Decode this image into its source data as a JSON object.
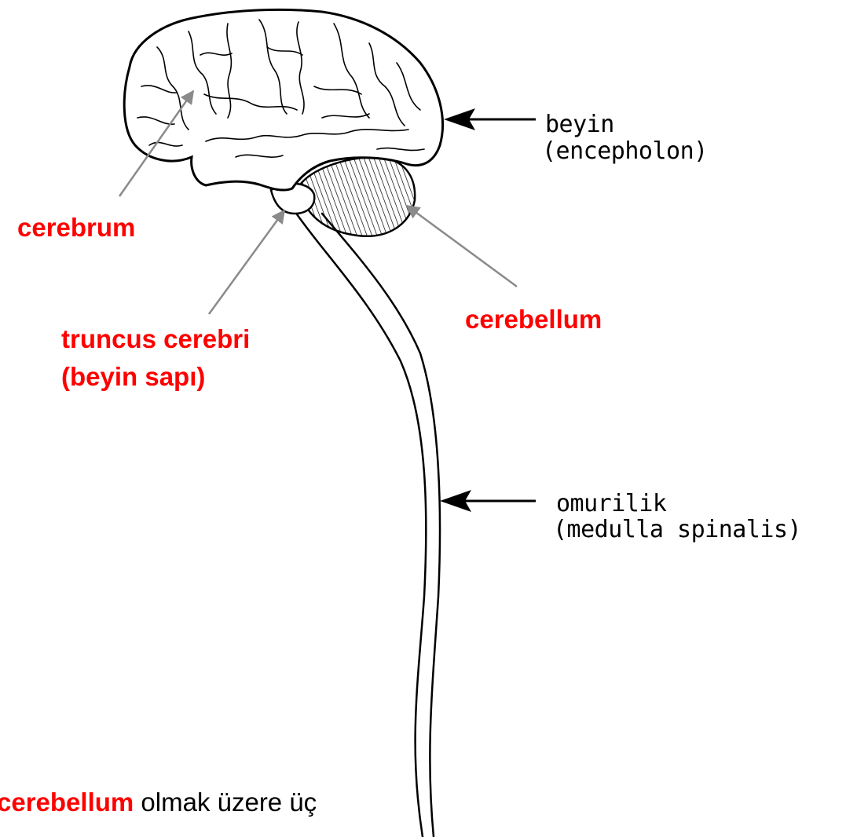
{
  "labels": {
    "beyin": "beyin",
    "encepholon": "(encepholon)",
    "omurilik": "omurilik",
    "medulla": "(medulla spinalis)",
    "cerebrum": "cerebrum",
    "cerebellum": "cerebellum",
    "truncus_line1": "truncus cerebri",
    "truncus_line2": "(beyin sapı)"
  },
  "footer": {
    "highlight": "cerebellum",
    "rest": " olmak üzere üç"
  },
  "colors": {
    "label_red": "#ff0000",
    "pointer_gray": "#8a8a8a",
    "ink": "#000000"
  }
}
